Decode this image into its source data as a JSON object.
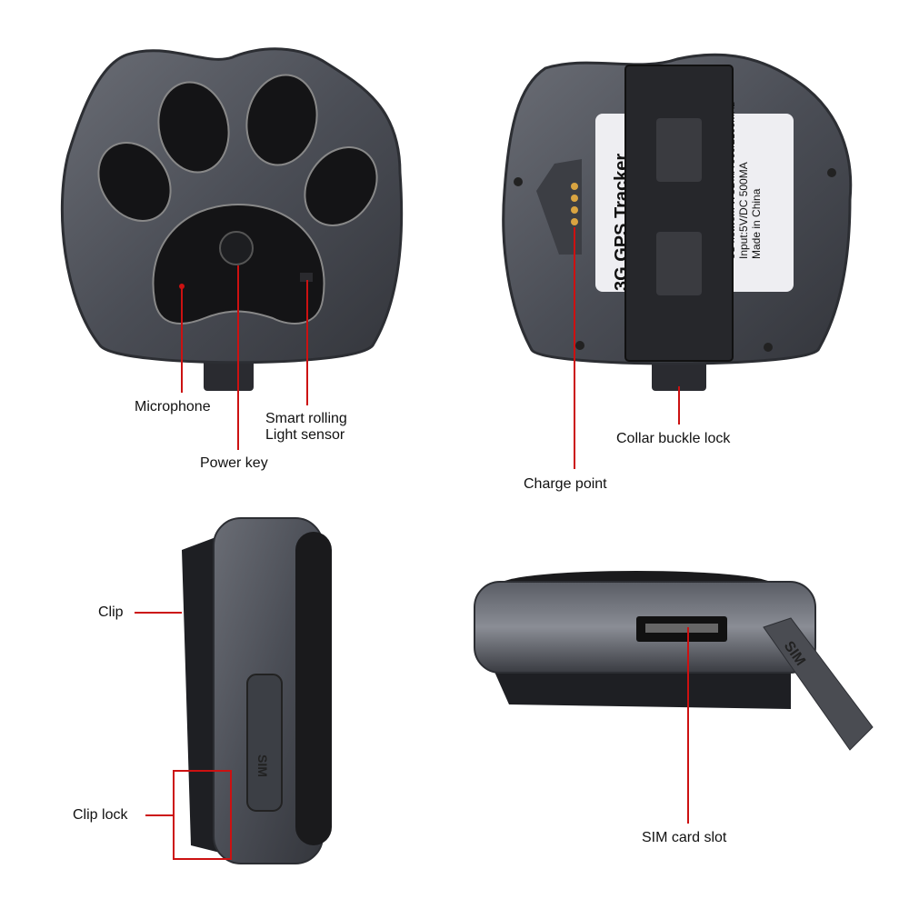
{
  "callouts": {
    "microphone": "Microphone",
    "power_key": "Power key",
    "light_sensor_line1": "Smart rolling",
    "light_sensor_line2": "Light sensor",
    "charge_point": "Charge point",
    "collar_buckle_lock": "Collar buckle lock",
    "clip": "Clip",
    "clip_lock": "Clip lock",
    "sim_card_slot": "SIM card slot"
  },
  "back_label": {
    "brand": "3G GPS Tracker",
    "network": "3G network WCDMA 900/2100MHz",
    "input": "Input:5V/DC 500MA",
    "origin": "Made in China"
  },
  "sim_cover_text": "SIM",
  "colors": {
    "callout_line": "#cc1111",
    "body": "#4a4d55",
    "paw_pad": "#151517"
  }
}
